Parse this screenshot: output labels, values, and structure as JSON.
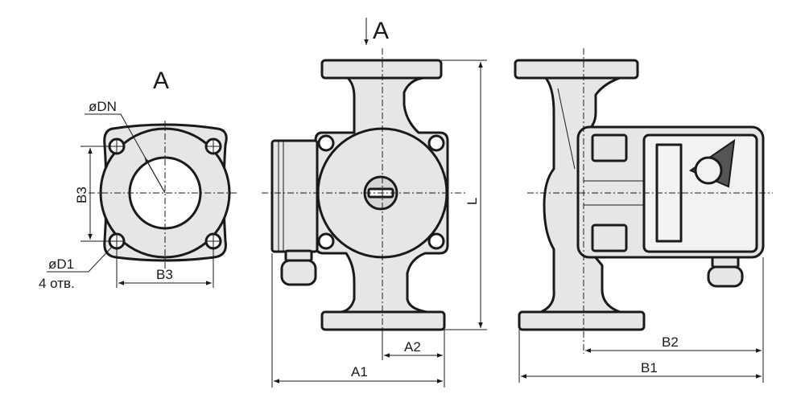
{
  "views": {
    "section_a_title": "A",
    "arrow_label": "A"
  },
  "dimensions": {
    "dn": "øDN",
    "b3_vertical": "B3",
    "b3_horizontal": "B3",
    "d1": "øD1",
    "holes": "4 отв.",
    "l": "L",
    "a1": "A1",
    "a2": "A2",
    "b1": "B1",
    "b2": "B2"
  }
}
